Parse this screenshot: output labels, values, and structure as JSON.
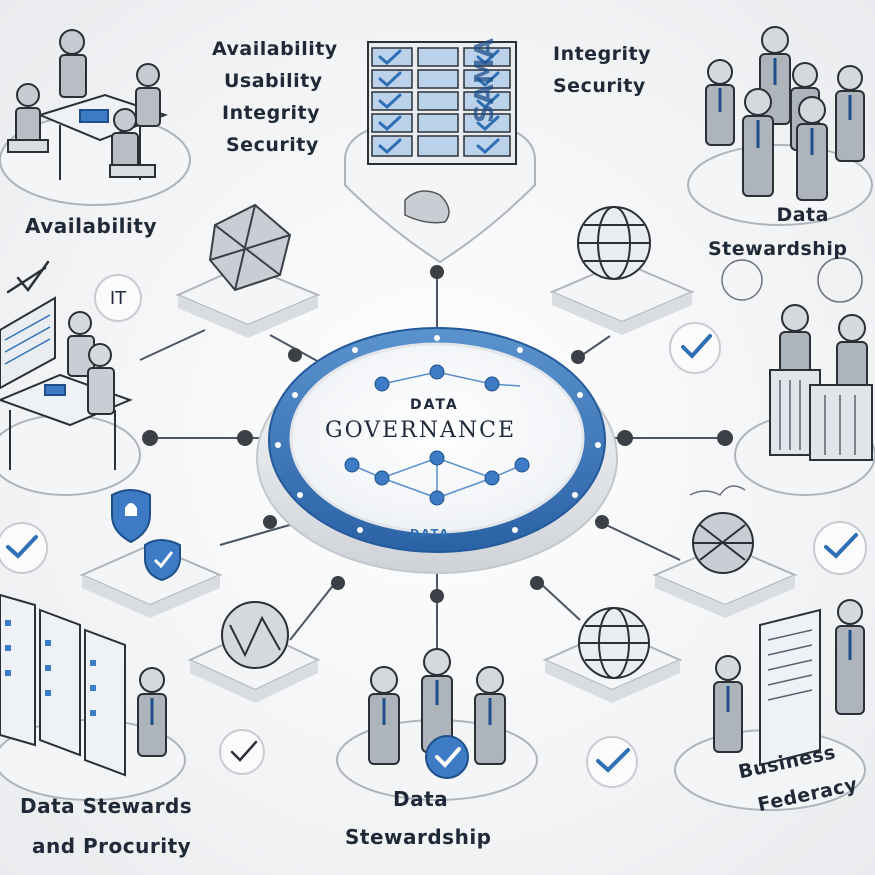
{
  "hub": {
    "title_small": "DATA",
    "title_big": "GOVERNANCE",
    "ring_tag": "DATA"
  },
  "labels": {
    "top_left_list": [
      "Availability",
      "Usability",
      "Integrity",
      "Security"
    ],
    "top_right_list": [
      "Integrity",
      "Security"
    ],
    "availability": "Availability",
    "it": "IT",
    "data_stewardship_right": [
      "Data",
      "Stewardship"
    ],
    "data_stewardship_bottom": [
      "Data",
      "Stewardship"
    ],
    "data_stewards_procurity": [
      "Data Stewards",
      "and Procurity"
    ],
    "business_federacy": [
      "Business",
      "Federacy"
    ],
    "board_glyph": "SAMA"
  },
  "icons": [
    "meeting-table-icon",
    "checklist-board-icon",
    "people-group-icon",
    "workstation-icon",
    "executives-icon",
    "documents-icon",
    "globe-icon",
    "network-icon",
    "shield-icon",
    "checkmark-icon",
    "person-icon",
    "hub-icon"
  ],
  "colors": {
    "accent": "#2f6fb5",
    "line": "#4b5563",
    "text": "#1f2937",
    "platform": "#f4f5f7"
  }
}
